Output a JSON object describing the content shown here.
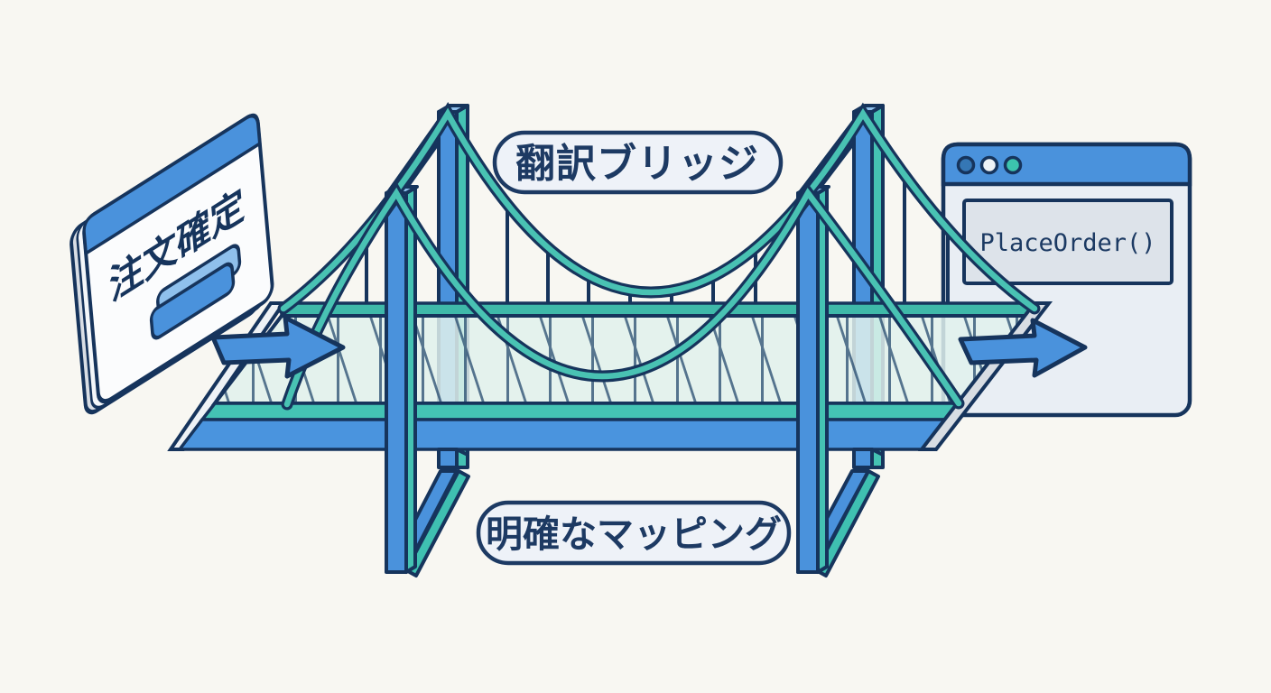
{
  "scene": {
    "background": "#f8f7f2",
    "description": "translation-bridge-diagram"
  },
  "palette": {
    "navy": "#16345c",
    "blue": "#4a92dc",
    "blue_light": "#8fc0ec",
    "teal": "#45c2b3",
    "teal_rail": "#3fb9a9",
    "glass": "#e0f1ec",
    "window_body": "#e9eef4",
    "code_box": "#dde3ea",
    "panel_gray": "#d8dde3",
    "card_white": "#fbfcfd",
    "cut_face_white": "#eef2f6"
  },
  "source_card": {
    "title": "注文確定"
  },
  "labels": {
    "top": "翻訳ブリッジ",
    "bottom": "明確なマッピング"
  },
  "target_window": {
    "code": "PlaceOrder()",
    "traffic_light_colors": [
      "#3577b5",
      "#eef3f7",
      "#3cc4ae"
    ]
  },
  "icons": {
    "flow_in": "arrow-right-icon",
    "flow_out": "arrow-right-icon"
  }
}
